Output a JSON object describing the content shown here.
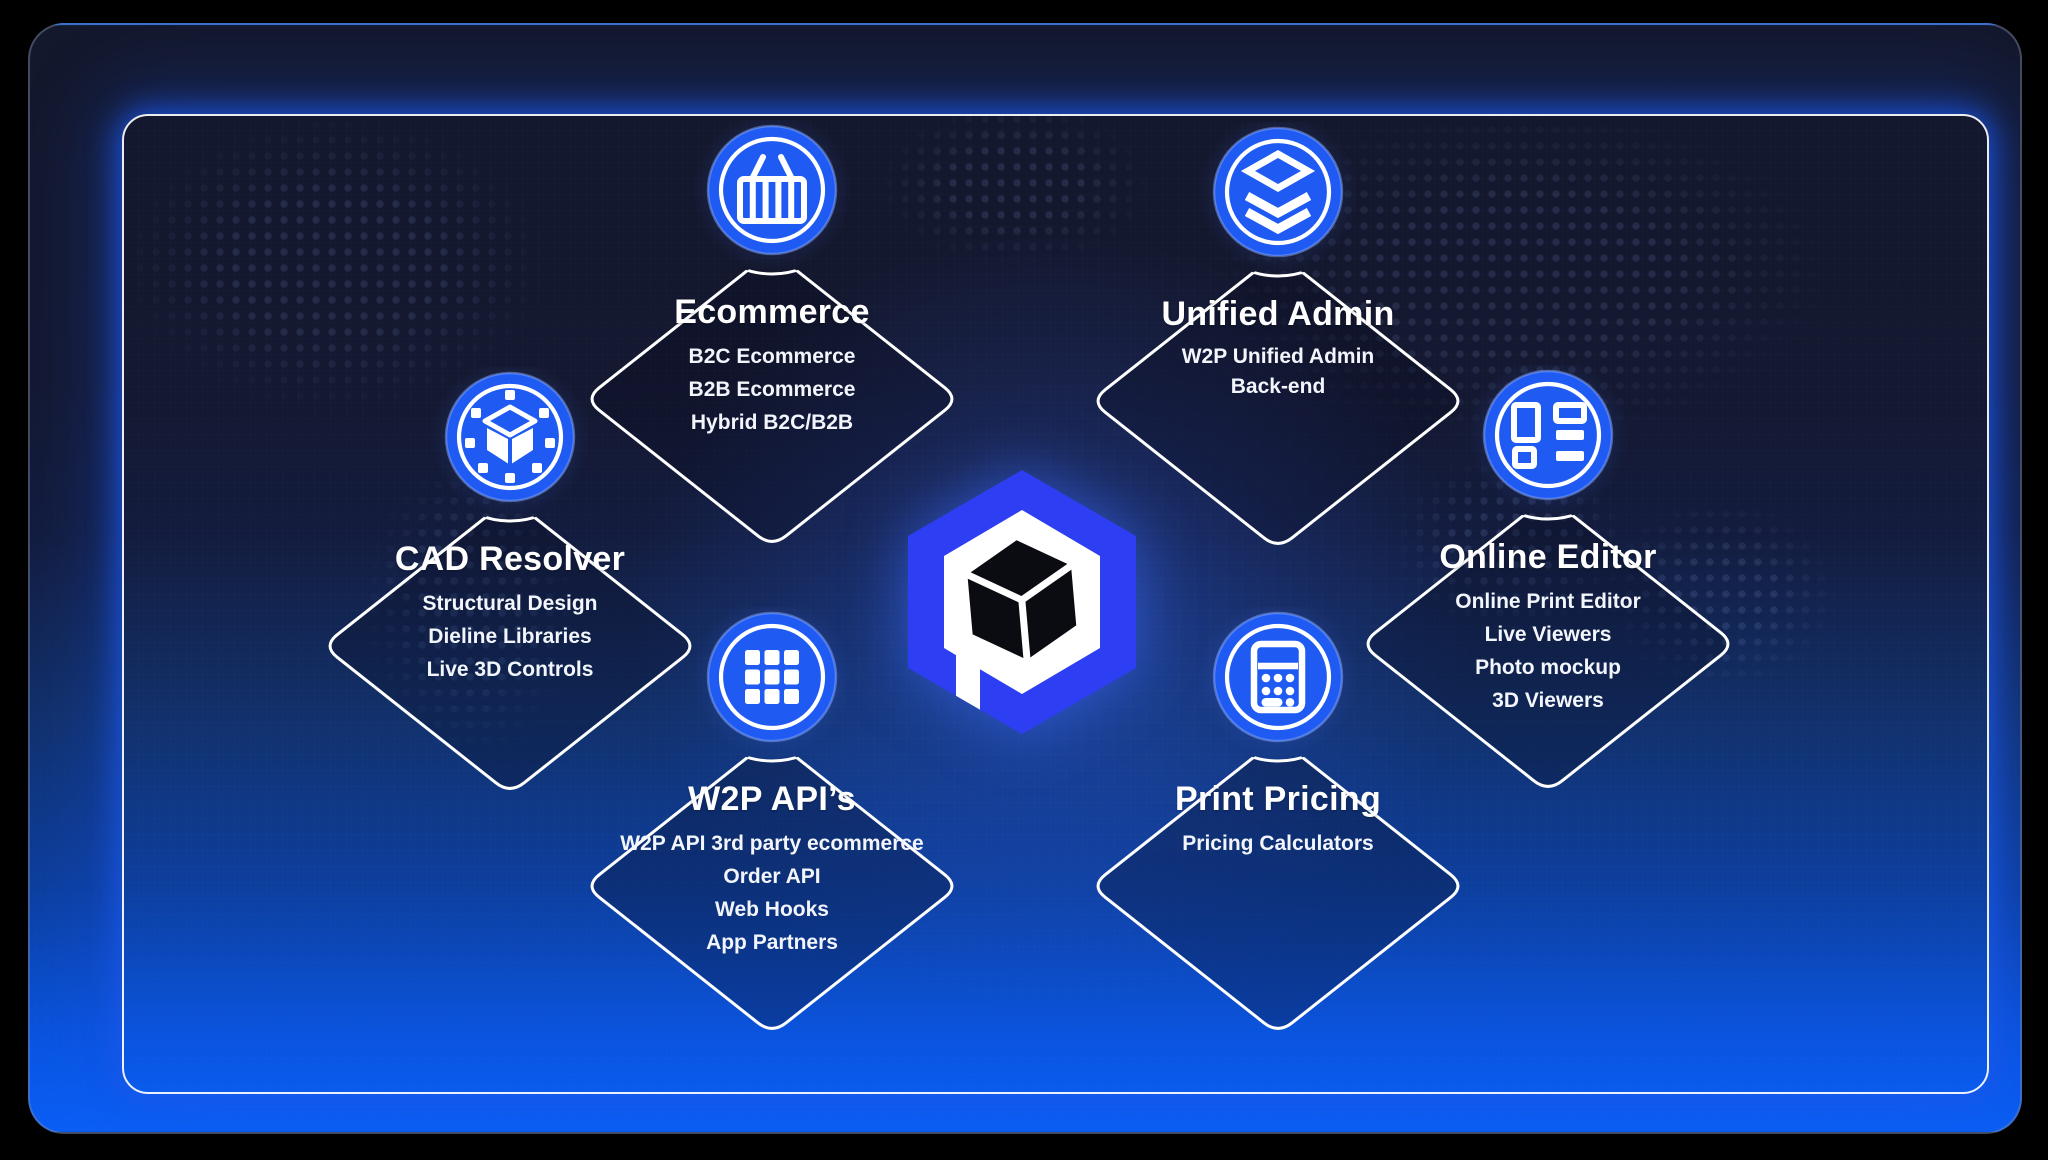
{
  "colors": {
    "background": "#000000",
    "card_top": "#14182d",
    "card_bottom": "#0b5ff5",
    "node_circle_blue": "#1f5bf2",
    "hexagon_blue": "#2e3ef2",
    "outline_white": "#ffffff"
  },
  "center_logo": {
    "icon": "hexagon-cube-logo"
  },
  "nodes": [
    {
      "id": "ecommerce",
      "icon": "basket-icon",
      "title": "Ecommerce",
      "items": [
        "B2C Ecommerce",
        "B2B Ecommerce",
        "Hybrid B2C/B2B"
      ]
    },
    {
      "id": "unified-admin",
      "icon": "layers-icon",
      "title": "Unified Admin",
      "items": [
        "W2P Unified Admin Back-end"
      ]
    },
    {
      "id": "cad-resolver",
      "icon": "cube-scan-icon",
      "title": "CAD Resolver",
      "items": [
        "Structural Design",
        "Dieline Libraries",
        "Live 3D Controls"
      ]
    },
    {
      "id": "online-editor",
      "icon": "layout-icon",
      "title": "Online Editor",
      "items": [
        "Online Print Editor",
        "Live Viewers",
        "Photo mockup",
        "3D Viewers"
      ]
    },
    {
      "id": "w2p-apis",
      "icon": "grid-icon",
      "title": "W2P API’s",
      "items": [
        "W2P API 3rd party ecommerce",
        "Order API",
        "Web Hooks",
        "App Partners"
      ]
    },
    {
      "id": "print-pricing",
      "icon": "calculator-icon",
      "title": "Print Pricing",
      "items": [
        "Pricing Calculators"
      ]
    }
  ]
}
